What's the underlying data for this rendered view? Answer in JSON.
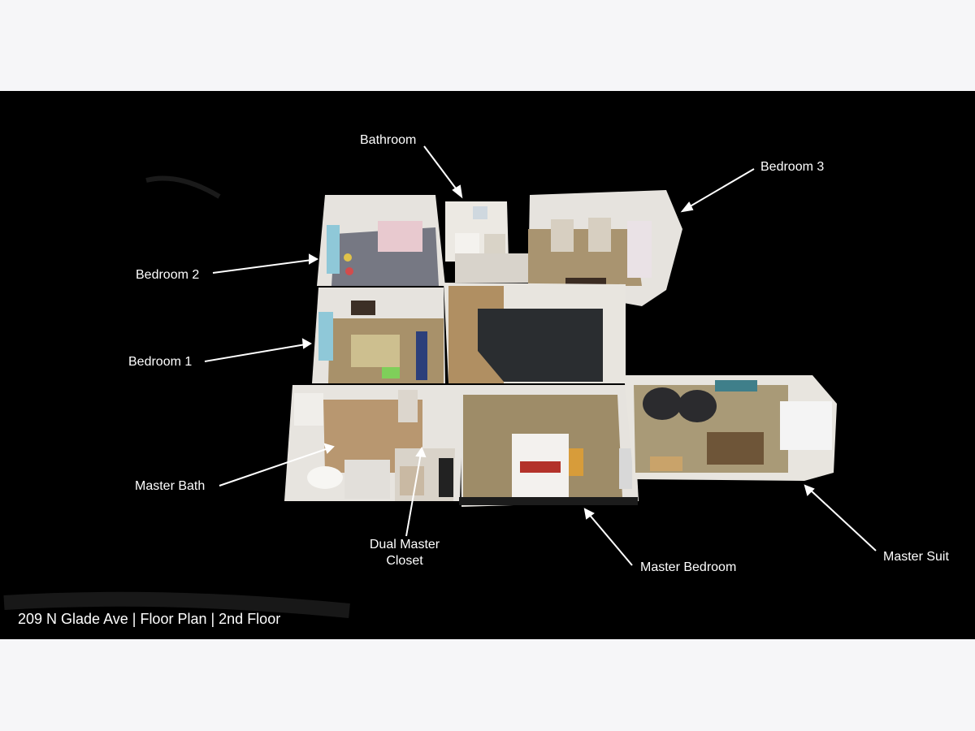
{
  "labels": {
    "bathroom": "Bathroom",
    "bedroom_3": "Bedroom 3",
    "bedroom_2": "Bedroom 2",
    "bedroom_1": "Bedroom 1",
    "master_bath": "Master Bath",
    "dual_master_closet_line1": "Dual Master",
    "dual_master_closet_line2": "Closet",
    "master_bedroom": "Master Bedroom",
    "master_suit": "Master Suit"
  },
  "caption": "209 N Glade Ave | Floor Plan | 2nd Floor",
  "colors": {
    "background": "#000000",
    "page": "#f6f6f8",
    "wall": "#e9e6e1",
    "wood_floor": "#b08f62",
    "carpet": "#9a8a6a",
    "grey_floor": "#7e7f88",
    "label": "#ffffff"
  }
}
